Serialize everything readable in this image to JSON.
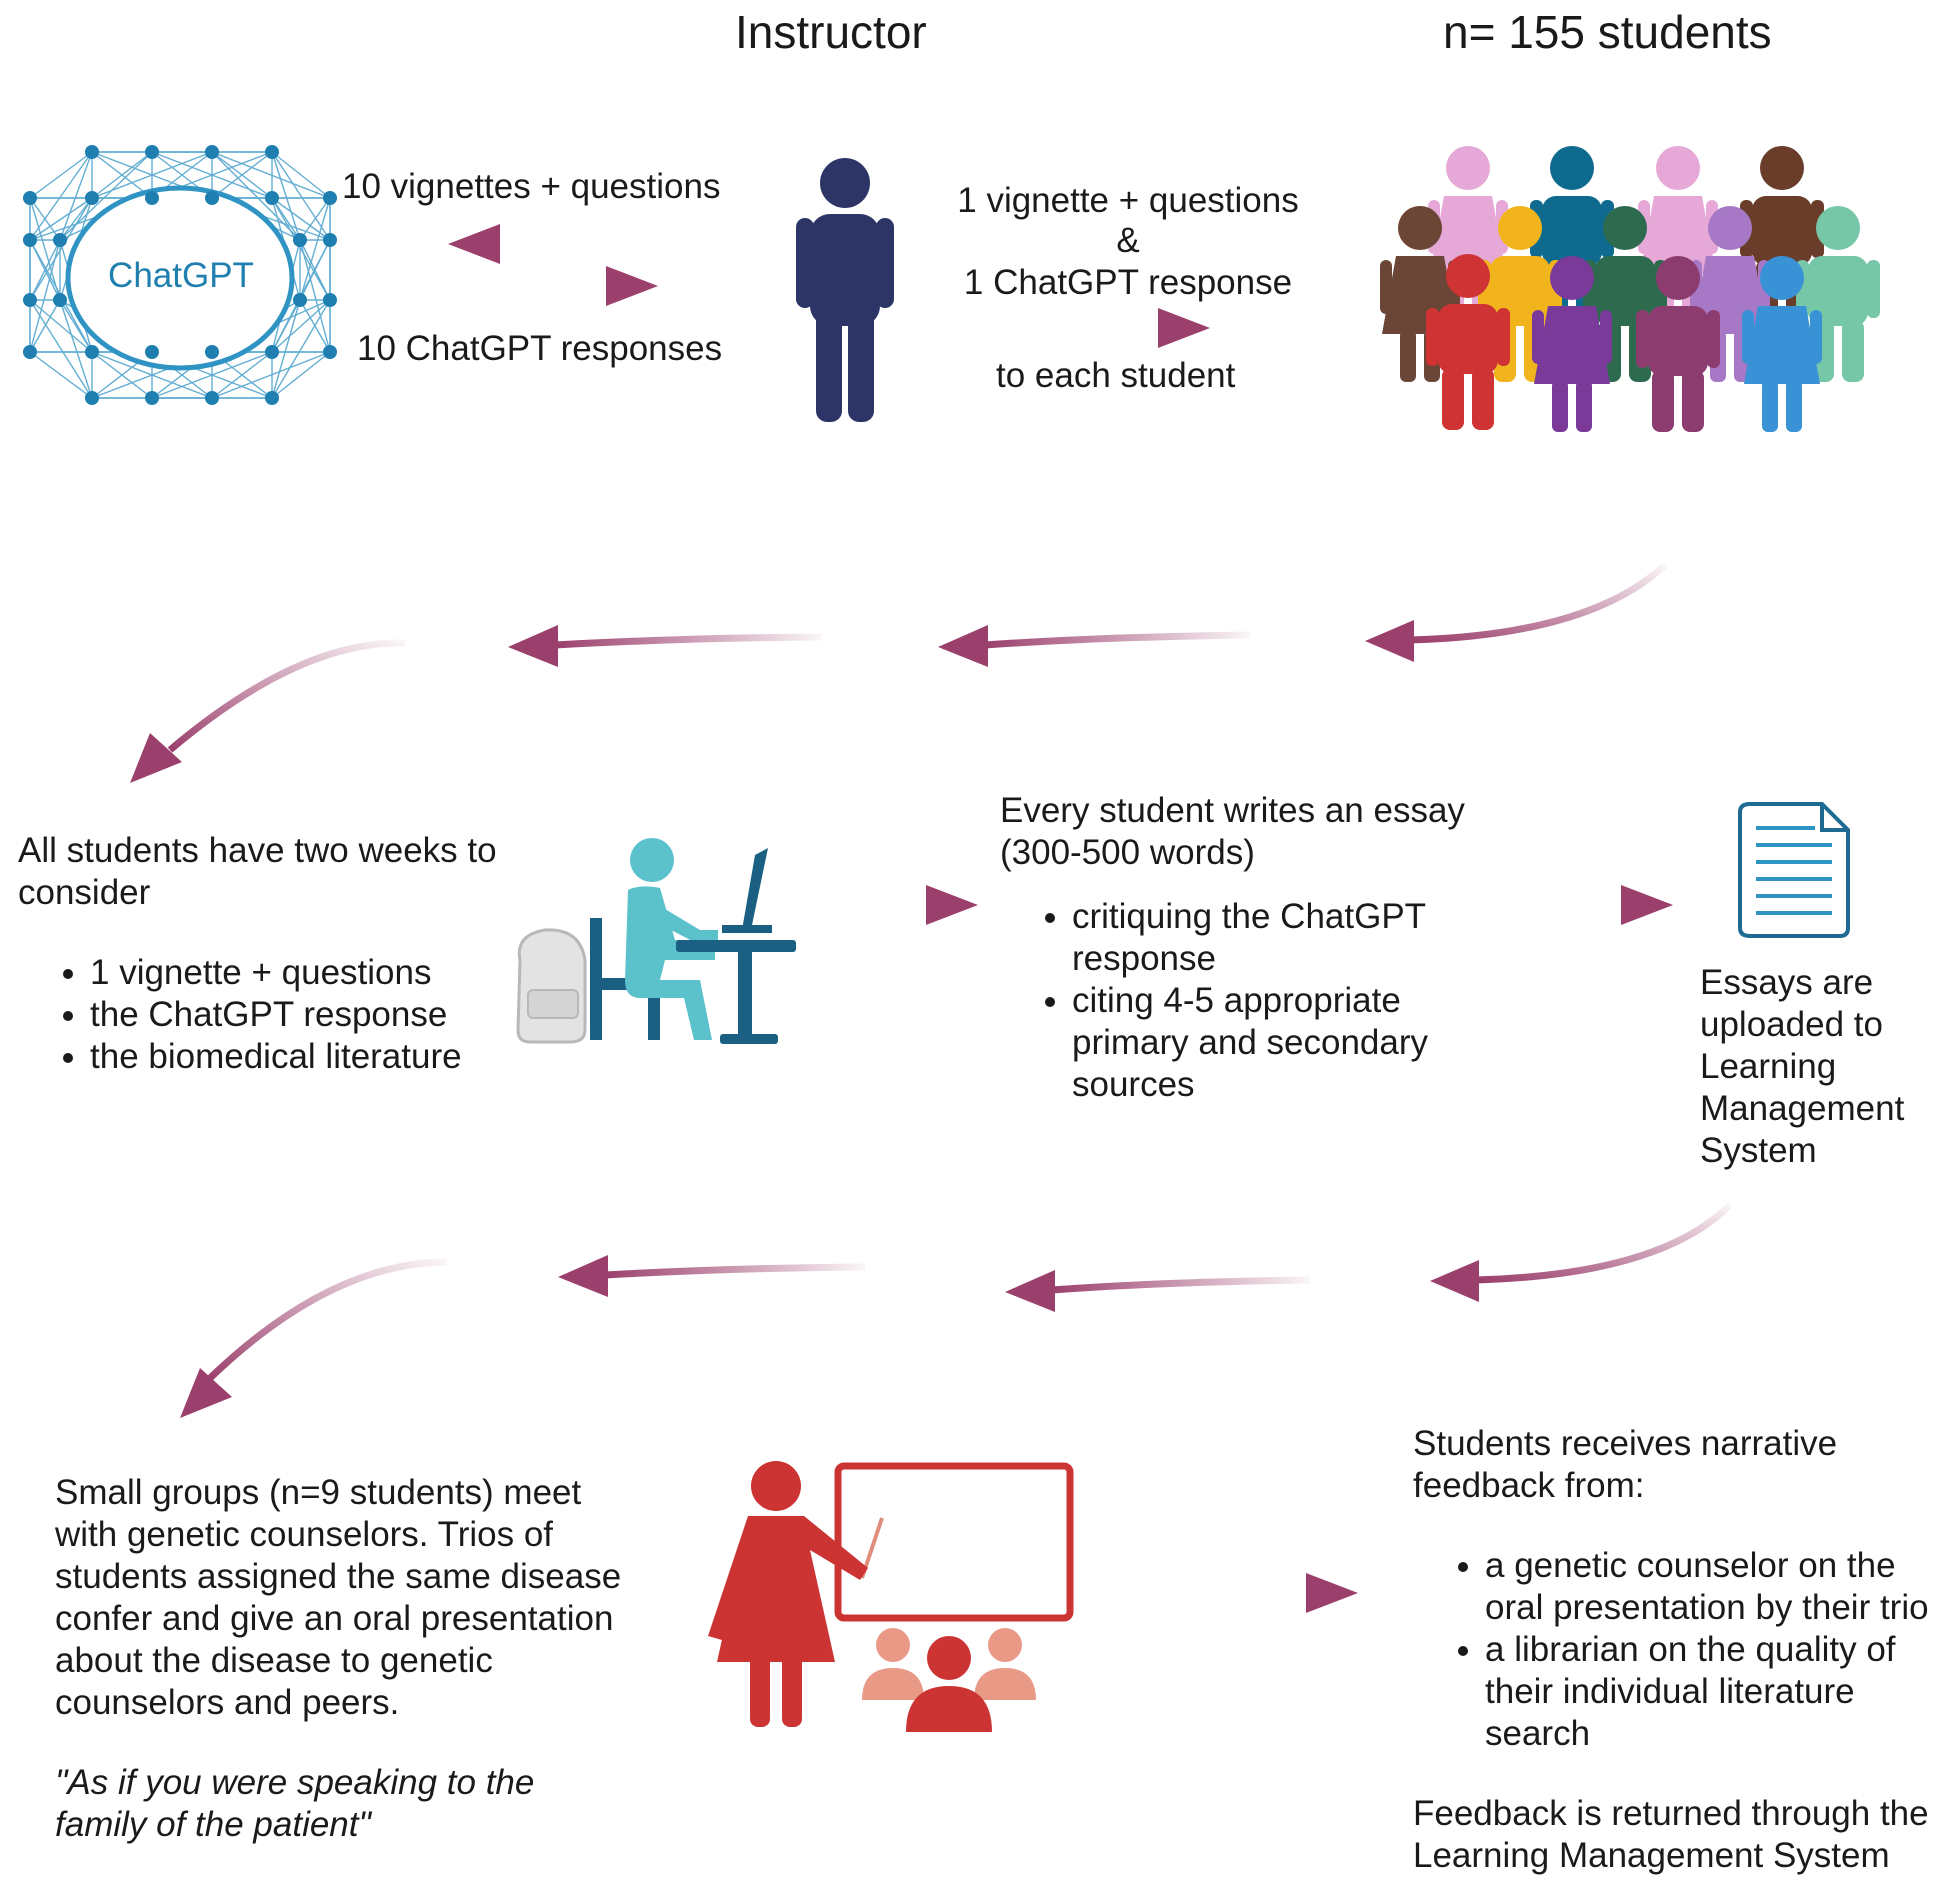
{
  "header": {
    "instructor": "Instructor",
    "students": "n= 155 students"
  },
  "top_row": {
    "chatgpt_label": "ChatGPT",
    "to_chatgpt": "10  vignettes + questions",
    "from_chatgpt": "10 ChatGPT responses",
    "to_students_line1": "1 vignette + questions",
    "to_students_line2": "&",
    "to_students_line3": "1 ChatGPT response",
    "to_students_line4": "to each student"
  },
  "step_consider": {
    "intro": "All students have two weeks to consider",
    "items": [
      "1 vignette + questions",
      "the ChatGPT response",
      "the biomedical literature"
    ]
  },
  "step_essay": {
    "intro": "Every student writes an essay (300-500 words)",
    "items": [
      "critiquing the ChatGPT response",
      "citing 4-5 appropriate primary and secondary sources"
    ]
  },
  "step_upload": {
    "text": "Essays are uploaded to Learning Management System"
  },
  "step_groups": {
    "text": "Small groups (n=9 students) meet with genetic counselors.  Trios of students assigned the same disease confer and give an oral presentation about the disease to genetic counselors and peers.",
    "quote": "\"As if you were speaking to the family of the patient\""
  },
  "step_feedback": {
    "intro": "Students receives narrative feedback from:",
    "items": [
      "a genetic counselor on the oral presentation by their trio",
      "a librarian on the quality of their individual literature search"
    ],
    "closing": "Feedback is returned through the Learning Management System"
  },
  "colors": {
    "arrow": "#9b3f6c",
    "network": "#2f93c4",
    "instructor": "#2d3566",
    "desk_person": "#5bc2cc",
    "desk": "#1b5f82",
    "teacher": "#cc3333",
    "audience_light": "#e99a86",
    "document": "#1f6a92"
  }
}
